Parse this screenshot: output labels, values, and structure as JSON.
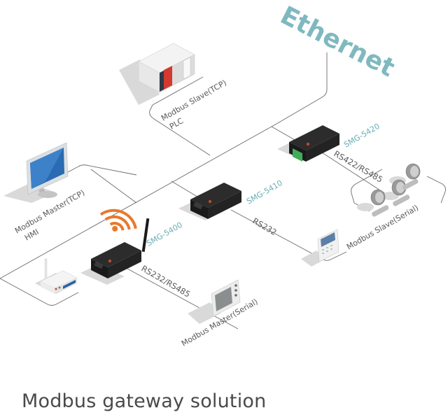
{
  "title": "Modbus gateway solution",
  "network_label": "Ethernet",
  "colors": {
    "ethernet_text": "#7fb9bf",
    "model_text": "#6aaeb4",
    "wifi_icon": "#e8792b",
    "plc_module": "#d23a2f",
    "hmi_screen": "#2a6bb3",
    "terminal_block": "#3fae5a",
    "line": "#6b6b6b"
  },
  "nodes": {
    "plc": {
      "role": "Modbus Slave(TCP)",
      "type": "PLC",
      "icon": "plc-icon"
    },
    "hmi": {
      "role": "Modbus Master(TCP)",
      "type": "HMI",
      "icon": "monitor-icon"
    },
    "router": {
      "icon": "wifi-router-icon"
    },
    "wifi": {
      "icon": "wifi-signal-icon"
    },
    "gateways": [
      {
        "model": "SMG-5400",
        "connection": "RS232/RS485",
        "icon": "wireless-gateway-icon"
      },
      {
        "model": "SMG-5410",
        "connection": "RS232",
        "icon": "gateway-icon"
      },
      {
        "model": "SMG-5420",
        "connection": "RS422/RS485",
        "icon": "gateway-terminal-icon"
      }
    ],
    "serial_master": {
      "role": "Modbus Master(Serial)",
      "icon": "panel-display-icon"
    },
    "serial_slave": {
      "role": "Modbus Slave(Serial)",
      "icon": "flow-meter-icon"
    },
    "keypad": {
      "icon": "keypad-terminal-icon"
    }
  }
}
